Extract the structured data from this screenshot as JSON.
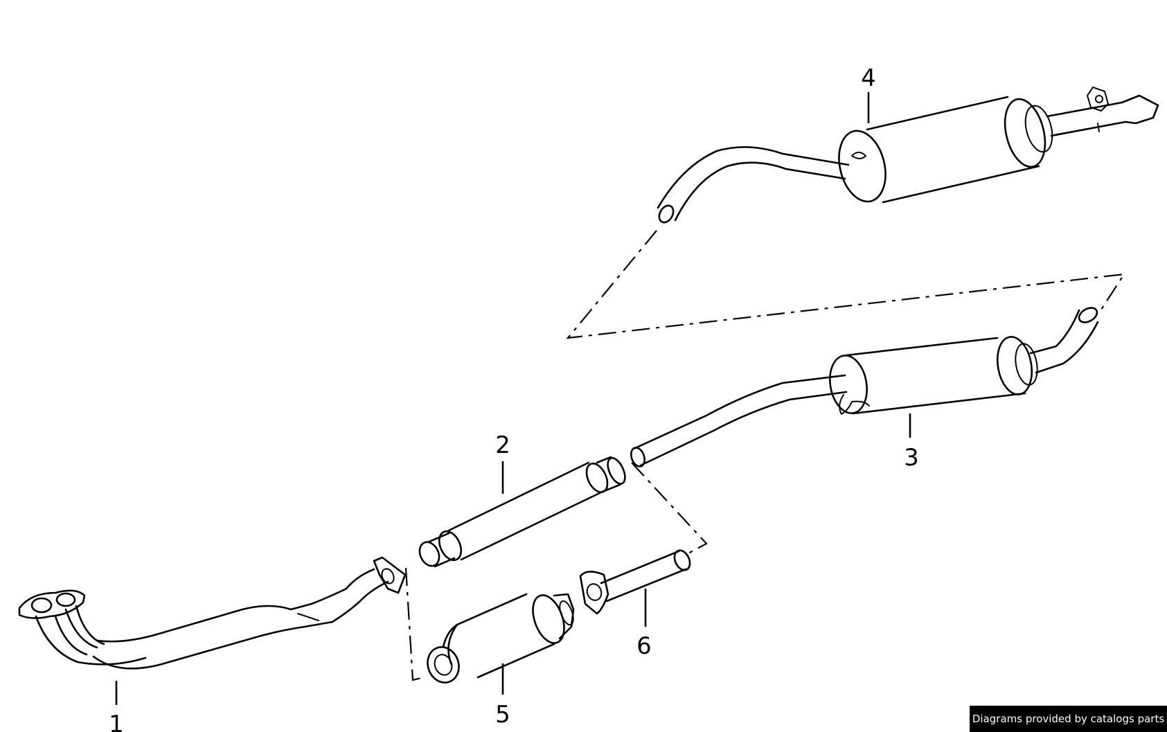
{
  "diagram": {
    "callouts": [
      {
        "id": "1",
        "label": "1"
      },
      {
        "id": "2",
        "label": "2"
      },
      {
        "id": "3",
        "label": "3"
      },
      {
        "id": "4",
        "label": "4"
      },
      {
        "id": "5",
        "label": "5"
      },
      {
        "id": "6",
        "label": "6"
      }
    ]
  },
  "footer": {
    "credit": "Diagrams provided by catalogs parts"
  }
}
